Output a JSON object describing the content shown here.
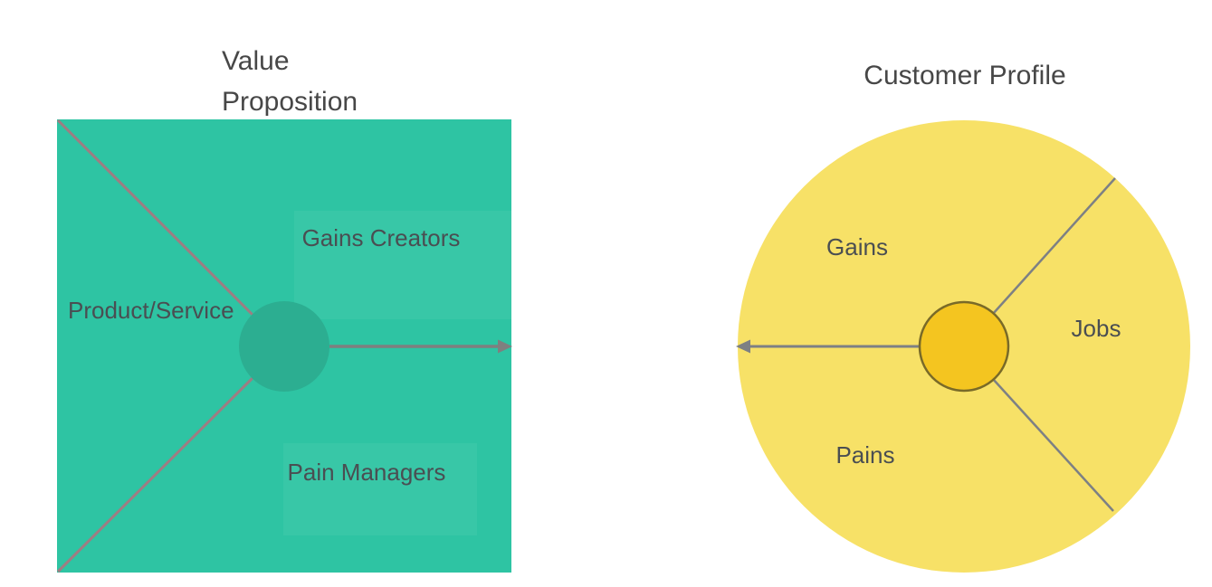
{
  "page": {
    "background": "#FFFFFF"
  },
  "value_proposition": {
    "title_line1": "Value",
    "title_line2": "Proposition",
    "label_product_service": "Product/Service",
    "label_gains_creators": "Gains Creators",
    "label_pain_managers": "Pain Managers",
    "colors": {
      "square_fill": "#2EC4A3",
      "center_circle_fill": "#2CAE91",
      "diagonal_line": "#9E7D82",
      "arrow": "#7F7F7F"
    }
  },
  "customer_profile": {
    "title": "Customer Profile",
    "label_gains": "Gains",
    "label_jobs": "Jobs",
    "label_pains": "Pains",
    "colors": {
      "circle_fill": "#F7E167",
      "center_circle_fill": "#F4C520",
      "center_circle_stroke": "#796A28",
      "line": "#7D8084",
      "arrow": "#7D8084"
    }
  },
  "text": {
    "title_color": "#474747",
    "label_color": "#4A4E52"
  }
}
